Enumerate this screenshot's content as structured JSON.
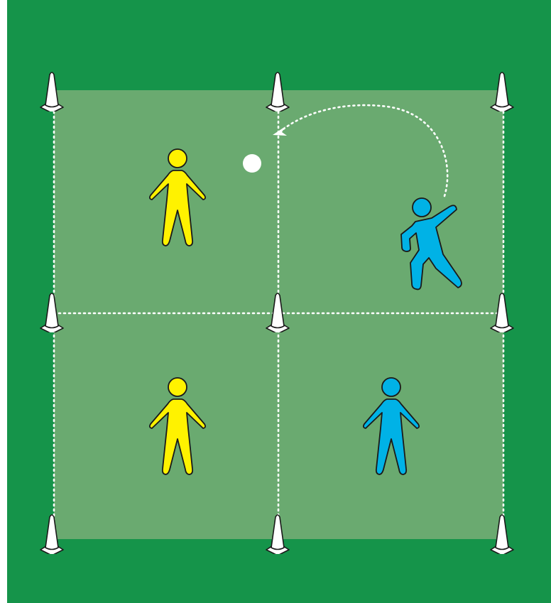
{
  "colors": {
    "field_outer": "#15944a",
    "field_inner": "#6aaa70",
    "line": "#ffffff",
    "cone_fill": "#ffffff",
    "cone_stroke": "#1a1a1a",
    "team_yellow": "#fff200",
    "team_blue": "#00b2e6",
    "player_outline": "#1a1a1a",
    "ball": "#ffffff"
  },
  "grid": {
    "rows": 2,
    "cols": 2
  },
  "icons": {
    "cone": "cone-icon",
    "player": "player-icon",
    "ball": "ball-icon"
  },
  "players": [
    {
      "team": "yellow",
      "pose": "standing",
      "quadrant": "top-left"
    },
    {
      "team": "blue",
      "pose": "throwing",
      "quadrant": "top-right"
    },
    {
      "team": "yellow",
      "pose": "standing",
      "quadrant": "bottom-left"
    },
    {
      "team": "blue",
      "pose": "standing",
      "quadrant": "bottom-right"
    }
  ],
  "ball": {
    "quadrant": "top-left"
  },
  "pass_arrow": {
    "style": "dotted",
    "from": "top-right",
    "to": "top-left"
  }
}
